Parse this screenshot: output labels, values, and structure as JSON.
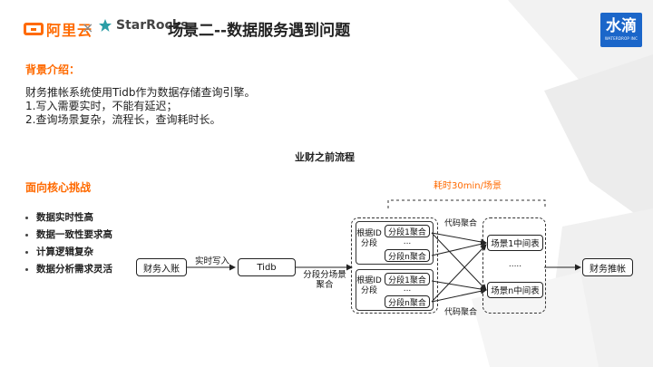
{
  "header": {
    "aliyun_label": "阿里云",
    "times": "×",
    "starrocks_label": "StarRocks",
    "title": "场景二--数据服务遇到问题",
    "waterdrop_main": "水滴",
    "waterdrop_sub": "WATERDROP INC"
  },
  "background": {
    "heading": "背景介绍：",
    "lines": [
      "财务推帐系统使用Tidb作为数据存储查询引擎。",
      "1.写入需要实时，不能有延迟；",
      "2.查询场景复杂，流程长，查询耗时长。"
    ]
  },
  "challenges": {
    "heading": "面向核心挑战",
    "items": [
      "数据实时性高",
      "数据一致性要求高",
      "计算逻辑复杂",
      "数据分析需求灵活"
    ]
  },
  "diagram": {
    "title": "业财之前流程",
    "time_label": "耗时30min/场景",
    "nodes": {
      "finance_in": "财务入账",
      "realtime_write": "实时写入",
      "tidb": "Tidb",
      "segment_agg_1": "分段分场景",
      "segment_agg_2": "聚合",
      "by_id_1a": "根据ID",
      "by_id_1b": "分段",
      "seg1_agg_top": "分段1聚合",
      "ellipsis_top": "...",
      "segn_agg_top": "分段n聚合",
      "by_id_2a": "根据ID",
      "by_id_2b": "分段",
      "seg1_agg_bot": "分段1聚合",
      "ellipsis_bot": "...",
      "segn_agg_bot": "分段n聚合",
      "code_agg_top": "代码聚合",
      "code_agg_bot": "代码聚合",
      "scene1_mid": "场景1中间表",
      "ellipsis_mid": ".....",
      "scenen_mid": "场景n中间表",
      "finance_push": "财务推帐"
    }
  },
  "colors": {
    "accent": "#ff6a00",
    "brand_blue": "#1b66c9",
    "starrocks_teal": "#2b9ea6"
  }
}
